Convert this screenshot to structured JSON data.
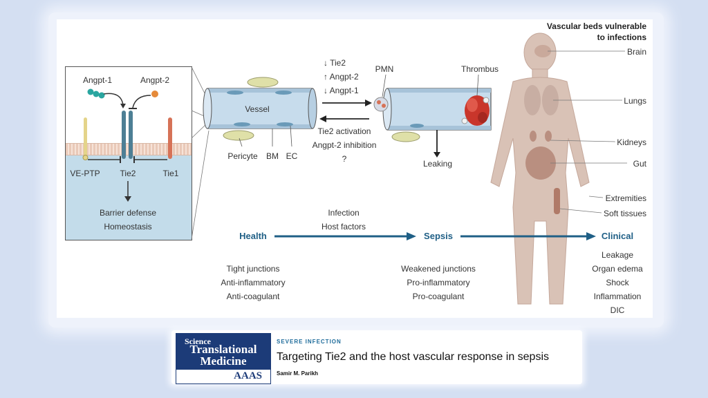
{
  "figure": {
    "colors": {
      "accent_blue": "#1f5f86",
      "arrow_blue": "#1f5f86",
      "vessel_blue": "#c7dcec",
      "body_skin": "#d9c2b6",
      "inset_fluid": "#c3dcea"
    },
    "inset": {
      "angpt1_label": "Angpt-1",
      "angpt2_label": "Angpt-2",
      "veptp_label": "VE-PTP",
      "tie2_label": "Tie2",
      "tie1_label": "Tie1",
      "outcome_line1": "Barrier defense",
      "outcome_line2": "Homeostasis"
    },
    "vessel_healthy": {
      "vessel_label": "Vessel",
      "pericyte_label": "Pericyte",
      "bm_label": "BM",
      "ec_label": "EC"
    },
    "transition": {
      "forward_line1": "↓ Tie2",
      "forward_line2": "↑ Angpt-2",
      "forward_line3": "↓ Angpt-1",
      "reverse_line1": "Tie2 activation",
      "reverse_line2": "Angpt-2 inhibition",
      "reverse_line3": "?"
    },
    "vessel_sepsis": {
      "pmn_label": "PMN",
      "thrombus_label": "Thrombus",
      "leaking_label": "Leaking"
    },
    "body": {
      "header_line1": "Vascular beds vulnerable",
      "header_line2": "to infections",
      "organs": [
        "Brain",
        "Lungs",
        "Kidneys",
        "Gut",
        "Extremities",
        "Soft tissues"
      ]
    },
    "timeline": {
      "stages": [
        "Health",
        "Sepsis",
        "Clinical"
      ],
      "drivers_line1": "Infection",
      "drivers_line2": "Host factors",
      "health_features": [
        "Tight junctions",
        "Anti-inflammatory",
        "Anti-coagulant"
      ],
      "sepsis_features": [
        "Weakened junctions",
        "Pro-inflammatory",
        "Pro-coagulant"
      ],
      "clinical_features": [
        "Leakage",
        "Organ edema",
        "Shock",
        "Inflammation",
        "DIC"
      ]
    }
  },
  "citation": {
    "logo_line1": "Science",
    "logo_line2": "Translational",
    "logo_line3": "Medicine",
    "logo_publisher": "AAAS",
    "kicker": "SEVERE INFECTION",
    "title": "Targeting Tie2 and the host vascular response in sepsis",
    "author": "Samir M. Parikh"
  }
}
